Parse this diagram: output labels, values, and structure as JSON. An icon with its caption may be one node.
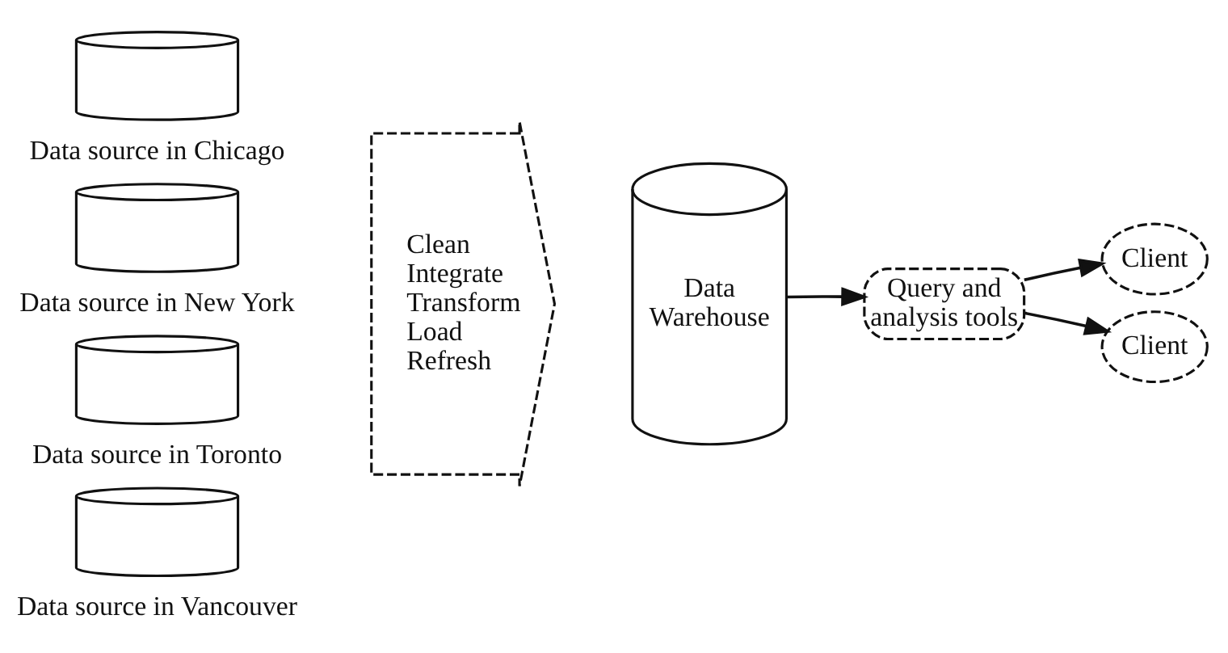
{
  "diagram": {
    "nodes": [
      {
        "text": [],
        "shape": "cylinder",
        "beside": [
          "Data source in Chicago"
        ]
      },
      {
        "text": [],
        "shape": "cylinder",
        "beside": [
          "Data source in New York"
        ]
      },
      {
        "text": [],
        "shape": "cylinder",
        "beside": [
          "Data source in Toronto"
        ]
      },
      {
        "text": [],
        "shape": "cylinder",
        "beside": [
          "Data source in Vancouver"
        ]
      },
      {
        "text": [
          "Clean",
          "Integrate",
          "Transform",
          "Load",
          "Refresh"
        ]
      },
      {
        "text": [
          "Data Warehouse"
        ]
      },
      {
        "text": [
          "Query and analysis tools"
        ]
      },
      {
        "text": [
          "Client"
        ]
      },
      {
        "text": [
          "Client"
        ]
      }
    ],
    "edges": [
      {
        "from": 5,
        "to": 6,
        "arrow": "to"
      },
      {
        "from": 6,
        "to": 7,
        "arrow": "to"
      },
      {
        "from": 6,
        "to": 8,
        "arrow": "to"
      }
    ]
  }
}
